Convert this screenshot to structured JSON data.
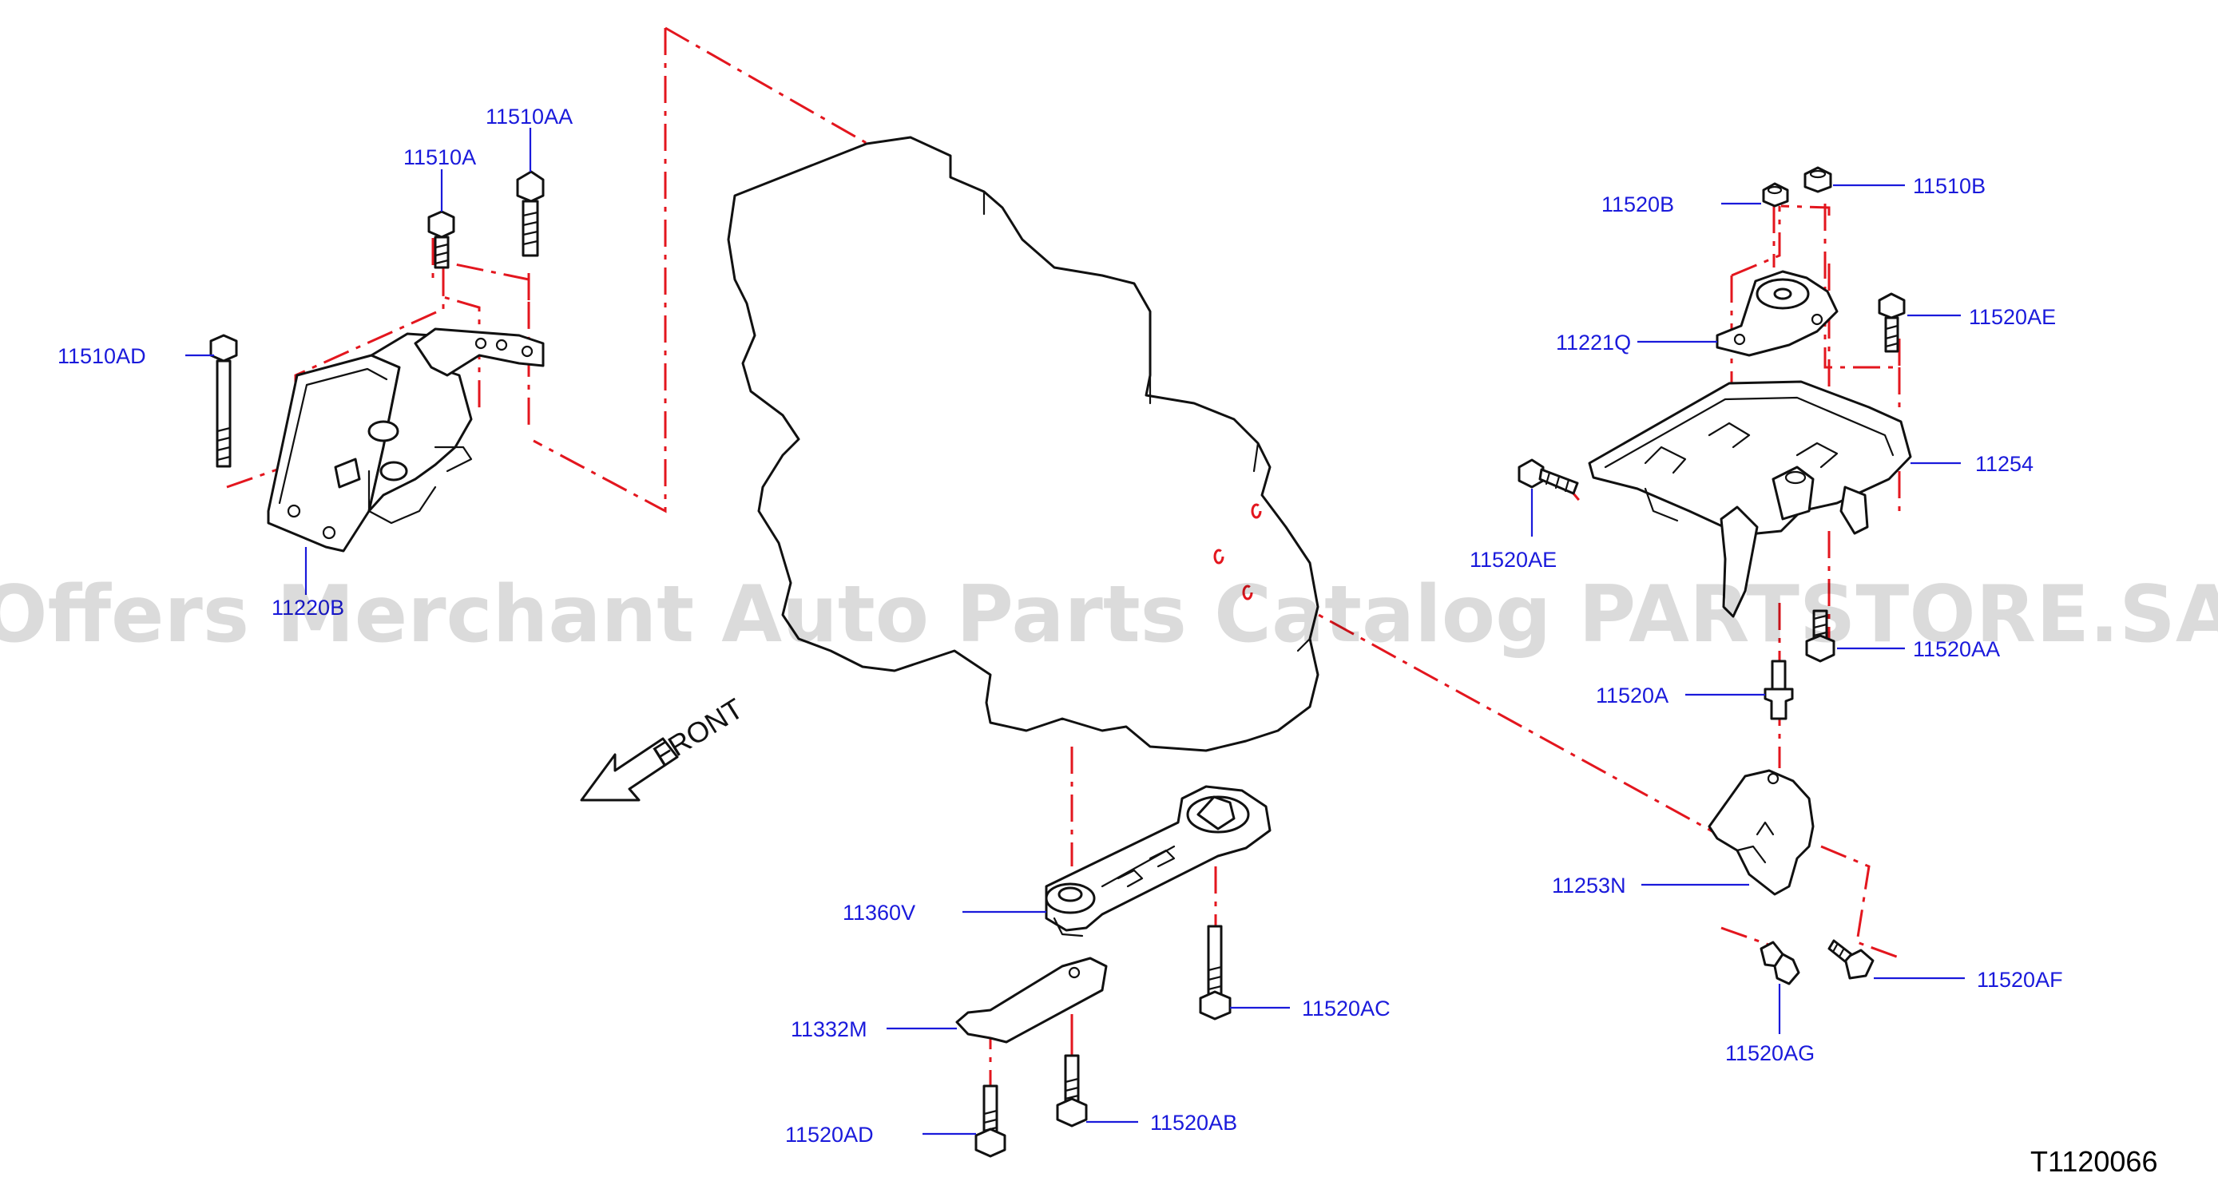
{
  "diagram": {
    "parts": [
      {
        "id": "p11510AA",
        "label": "11510AA"
      },
      {
        "id": "p11510A",
        "label": "11510A"
      },
      {
        "id": "p11510AD",
        "label": "11510AD"
      },
      {
        "id": "p11220B",
        "label": "11220B"
      },
      {
        "id": "p11520B",
        "label": "11520B"
      },
      {
        "id": "p11510B",
        "label": "11510B"
      },
      {
        "id": "p11221Q",
        "label": "11221Q"
      },
      {
        "id": "p11520AE_top",
        "label": "11520AE"
      },
      {
        "id": "p11254",
        "label": "11254"
      },
      {
        "id": "p11520AE_left",
        "label": "11520AE"
      },
      {
        "id": "p11520AA",
        "label": "11520AA"
      },
      {
        "id": "p11520A",
        "label": "11520A"
      },
      {
        "id": "p11253N",
        "label": "11253N"
      },
      {
        "id": "p11520AF",
        "label": "11520AF"
      },
      {
        "id": "p11520AG",
        "label": "11520AG"
      },
      {
        "id": "p11360V",
        "label": "11360V"
      },
      {
        "id": "p11332M",
        "label": "11332M"
      },
      {
        "id": "p11520AC",
        "label": "11520AC"
      },
      {
        "id": "p11520AD",
        "label": "11520AD"
      },
      {
        "id": "p11520AB",
        "label": "11520AB"
      }
    ],
    "front_label": "FRONT",
    "watermark": "Offers Merchant Auto Parts Catalog PARTSTORE.SA",
    "drawing_code": "T1120066"
  },
  "colors": {
    "label": "#1a1adb",
    "axis": "#e3161e",
    "line": "#111111"
  }
}
